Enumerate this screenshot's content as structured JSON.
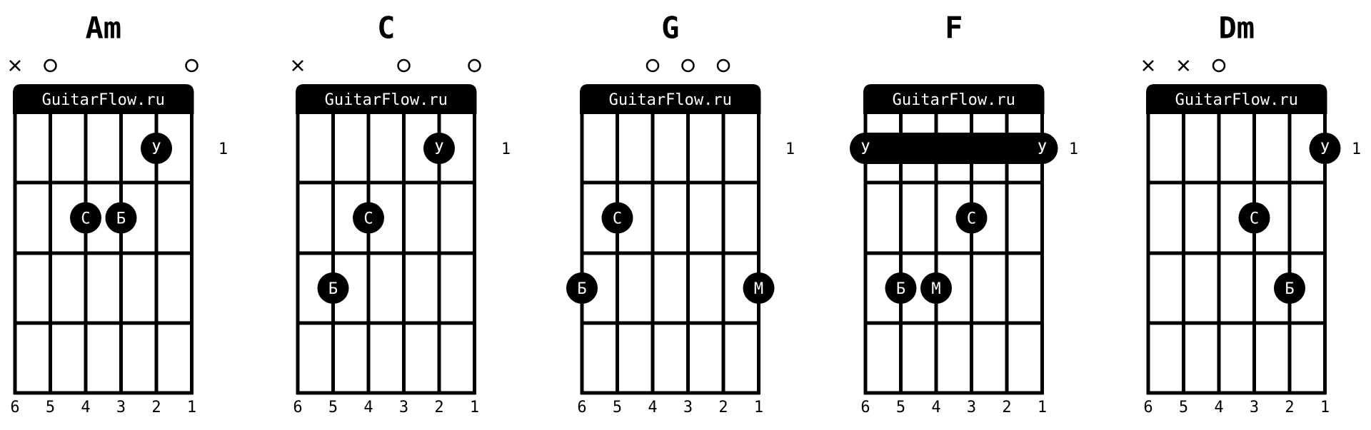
{
  "brand": "GuitarFlow.ru",
  "string_numbers": [
    "6",
    "5",
    "4",
    "3",
    "2",
    "1"
  ],
  "fret_label": "1",
  "colors": {
    "ink": "#000000",
    "paper": "#ffffff"
  },
  "chords": [
    {
      "name": "Am",
      "string_marks": [
        "x",
        "o",
        "",
        "",
        "",
        "o"
      ],
      "barre": null,
      "dots": [
        {
          "string": 2,
          "fret": 1,
          "finger": "У"
        },
        {
          "string": 4,
          "fret": 2,
          "finger": "С"
        },
        {
          "string": 3,
          "fret": 2,
          "finger": "Б"
        }
      ]
    },
    {
      "name": "C",
      "string_marks": [
        "x",
        "",
        "",
        "o",
        "",
        "o"
      ],
      "barre": null,
      "dots": [
        {
          "string": 2,
          "fret": 1,
          "finger": "У"
        },
        {
          "string": 4,
          "fret": 2,
          "finger": "С"
        },
        {
          "string": 5,
          "fret": 3,
          "finger": "Б"
        }
      ]
    },
    {
      "name": "G",
      "string_marks": [
        "",
        "",
        "o",
        "o",
        "o",
        ""
      ],
      "barre": null,
      "dots": [
        {
          "string": 5,
          "fret": 2,
          "finger": "С"
        },
        {
          "string": 6,
          "fret": 3,
          "finger": "Б"
        },
        {
          "string": 1,
          "fret": 3,
          "finger": "М"
        }
      ]
    },
    {
      "name": "F",
      "string_marks": [
        "",
        "",
        "",
        "",
        "",
        ""
      ],
      "barre": {
        "fret": 1,
        "from": 6,
        "to": 1,
        "finger": "У"
      },
      "dots": [
        {
          "string": 3,
          "fret": 2,
          "finger": "С"
        },
        {
          "string": 5,
          "fret": 3,
          "finger": "Б"
        },
        {
          "string": 4,
          "fret": 3,
          "finger": "М"
        }
      ]
    },
    {
      "name": "Dm",
      "string_marks": [
        "x",
        "x",
        "o",
        "",
        "",
        ""
      ],
      "barre": null,
      "dots": [
        {
          "string": 1,
          "fret": 1,
          "finger": "У"
        },
        {
          "string": 3,
          "fret": 2,
          "finger": "С"
        },
        {
          "string": 2,
          "fret": 3,
          "finger": "Б"
        }
      ]
    }
  ]
}
